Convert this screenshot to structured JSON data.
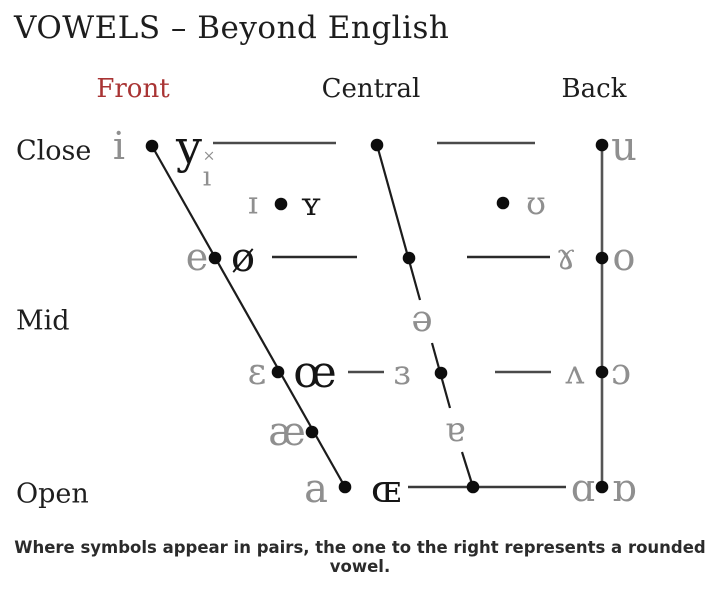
{
  "title": "VOWELS – Beyond English",
  "columns": [
    {
      "label": "Front",
      "color": "#a93434"
    },
    {
      "label": "Central",
      "color": "#1e1e1e"
    },
    {
      "label": "Back",
      "color": "#1e1e1e"
    }
  ],
  "rows": [
    {
      "label": "Close"
    },
    {
      "label": "Mid"
    },
    {
      "label": "Open"
    }
  ],
  "caption": "Where symbols appear in pairs, the one to the right represents a rounded vowel.",
  "colors": {
    "gray_symbol": "#8f8f8f",
    "black_symbol": "#151515",
    "accent_red": "#a93434",
    "diagonal_line": "#1c1c1c",
    "connector_line": "#4a4a4a",
    "dot": "#0d0d0d",
    "background": "#ffffff"
  },
  "vowels": [
    {
      "char": "i",
      "name": "close-front-unrounded",
      "rounded": false
    },
    {
      "char": "y",
      "name": "close-front-rounded",
      "rounded": true
    },
    {
      "char": "×",
      "name": "close-central-marker",
      "rounded": false
    },
    {
      "char": "ı",
      "name": "close-central-unrounded",
      "rounded": false
    },
    {
      "char": "u",
      "name": "close-back-rounded",
      "rounded": true
    },
    {
      "char": "ɪ",
      "name": "near-close-front-unrounded",
      "rounded": false
    },
    {
      "char": "ʏ",
      "name": "near-close-front-rounded",
      "rounded": true
    },
    {
      "char": "ʊ",
      "name": "near-close-back-rounded",
      "rounded": true
    },
    {
      "char": "e",
      "name": "close-mid-front-unrounded",
      "rounded": false
    },
    {
      "char": "ø",
      "name": "close-mid-front-rounded",
      "rounded": true
    },
    {
      "char": "ɤ",
      "name": "close-mid-back-unrounded",
      "rounded": false
    },
    {
      "char": "o",
      "name": "close-mid-back-rounded",
      "rounded": true
    },
    {
      "char": "ə",
      "name": "mid-central-schwa",
      "rounded": false
    },
    {
      "char": "ɛ",
      "name": "open-mid-front-unrounded",
      "rounded": false
    },
    {
      "char": "œ",
      "name": "open-mid-front-rounded",
      "rounded": true
    },
    {
      "char": "ɜ",
      "name": "open-mid-central-unrounded",
      "rounded": false
    },
    {
      "char": "ʌ",
      "name": "open-mid-back-unrounded",
      "rounded": false
    },
    {
      "char": "ɔ",
      "name": "open-mid-back-rounded",
      "rounded": true
    },
    {
      "char": "æ",
      "name": "near-open-front-unrounded",
      "rounded": false
    },
    {
      "char": "ɐ",
      "name": "near-open-central",
      "rounded": false
    },
    {
      "char": "a",
      "name": "open-front-unrounded",
      "rounded": false
    },
    {
      "char": "ɶ",
      "name": "open-front-rounded",
      "rounded": true
    },
    {
      "char": "ɑ",
      "name": "open-back-unrounded",
      "rounded": false
    },
    {
      "char": "ɒ",
      "name": "open-back-rounded",
      "rounded": true
    }
  ]
}
